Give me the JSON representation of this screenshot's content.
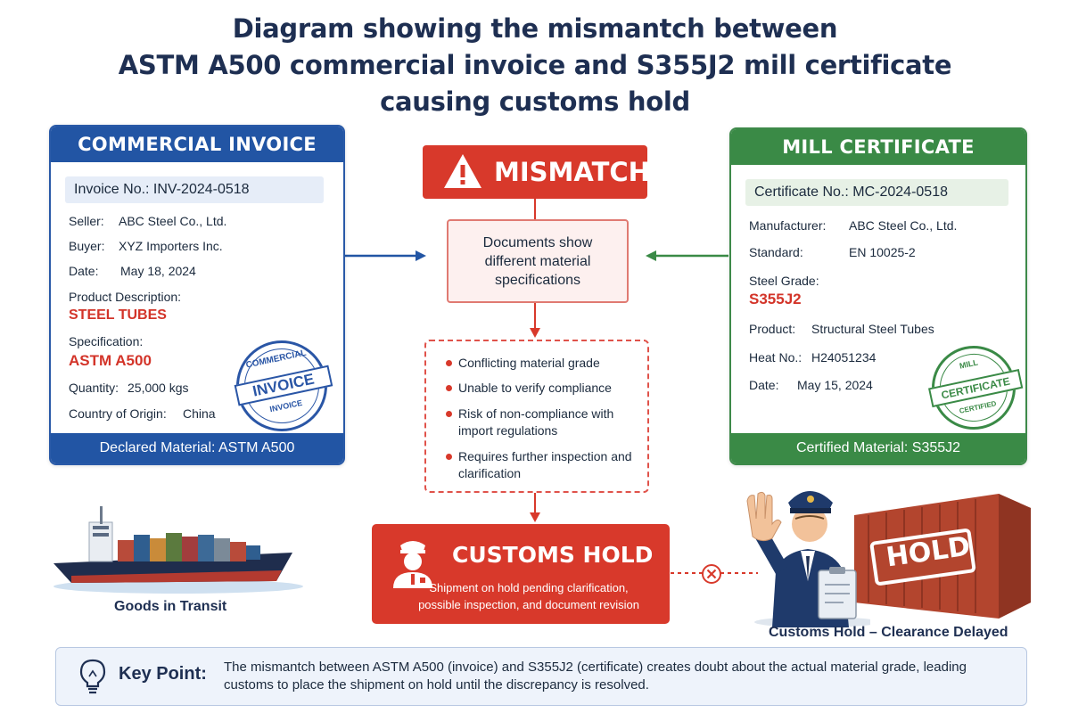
{
  "title": {
    "line1": "Diagram showing the mismantch between",
    "line2": "ASTM A500 commercial invoice and S355J2 mill certificate",
    "line3": "causing customs hold"
  },
  "invoice": {
    "header": "COMMERCIAL INVOICE",
    "doc_no": "Invoice No.: INV-2024-0518",
    "seller_label": "Seller:",
    "seller": "ABC Steel Co., Ltd.",
    "buyer_label": "Buyer:",
    "buyer": "XYZ Importers Inc.",
    "date_label": "Date:",
    "date": "May 18, 2024",
    "product_label": "Product Description:",
    "product": "STEEL TUBES",
    "spec_label": "Specification:",
    "spec": "ASTM A500",
    "qty_label": "Quantity:",
    "qty": "25,000 kgs",
    "origin_label": "Country of Origin:",
    "origin": "China",
    "stamp_top": "COMMERCIAL",
    "stamp_mid": "INVOICE",
    "stamp_bottom": "INVOICE",
    "footer": "Declared Material: ASTM A500"
  },
  "mill": {
    "header": "MILL CERTIFICATE",
    "doc_no": "Certificate No.: MC-2024-0518",
    "manufacturer_label": "Manufacturer:",
    "manufacturer": "ABC Steel Co., Ltd.",
    "standard_label": "Standard:",
    "standard": "EN 10025-2",
    "grade_label": "Steel Grade:",
    "grade": "S355J2",
    "product_label": "Product:",
    "product": "Structural Steel Tubes",
    "heat_label": "Heat No.:",
    "heat": "H24051234",
    "date_label": "Date:",
    "date": "May 15, 2024",
    "stamp_top": "MILL",
    "stamp_mid": "CERTIFICATE",
    "stamp_bottom": "CERTIFIED",
    "footer": "Certified Material: S355J2"
  },
  "center": {
    "mismatch": "MISMATCH",
    "docs_line1": "Documents show",
    "docs_line2": "different material",
    "docs_line3": "specifications",
    "issues": [
      "Conflicting material grade",
      "Unable to verify compliance",
      "Risk of non-compliance with import regulations",
      "Requires further inspection and clarification"
    ],
    "hold_title": "CUSTOMS HOLD",
    "hold_sub1": "Shipment on hold pending clarification,",
    "hold_sub2": "possible inspection, and document revision"
  },
  "left_caption": "Goods in Transit",
  "right_caption": "Customs Hold – Clearance Delayed",
  "container_label": "HOLD",
  "key": {
    "label": "Key Point:",
    "text": "The mismantch between ASTM A500 (invoice) and S355J2 (certificate) creates doubt about the actual material grade, leading customs to place the shipment on hold until the discrepancy is resolved."
  },
  "colors": {
    "blue": "#2255a4",
    "green": "#3a8a46",
    "red": "#d8392b",
    "navy": "#1e2f52"
  },
  "icons": [
    "warning-icon",
    "customs-officer-icon",
    "cross-icon",
    "lightbulb-icon",
    "cargo-ship-icon",
    "shipping-container-icon",
    "officer-stop-icon"
  ]
}
